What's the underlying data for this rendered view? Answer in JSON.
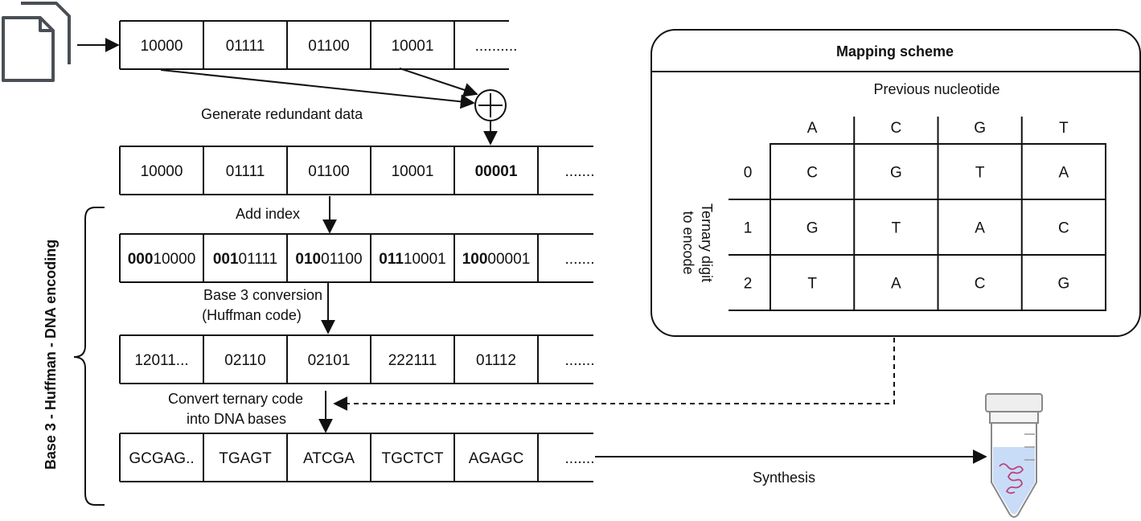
{
  "rows": [
    {
      "id": "row-input",
      "cells": [
        {
          "text": "10000"
        },
        {
          "text": "01111"
        },
        {
          "text": "01100"
        },
        {
          "text": "10001"
        },
        {
          "text": ".........."
        }
      ]
    },
    {
      "id": "row-redundant",
      "cells": [
        {
          "text": "10000"
        },
        {
          "text": "01111"
        },
        {
          "text": "01100"
        },
        {
          "text": "10001"
        },
        {
          "text": "00001",
          "bold": true
        },
        {
          "text": "......."
        }
      ]
    },
    {
      "id": "row-indexed",
      "cells": [
        {
          "bold_part": "000",
          "text": "10000"
        },
        {
          "bold_part": "001",
          "text": "01111"
        },
        {
          "bold_part": "010",
          "text": "01100"
        },
        {
          "bold_part": "011",
          "text": "10001"
        },
        {
          "bold_part": "100",
          "text": "00001"
        },
        {
          "text": "......."
        }
      ]
    },
    {
      "id": "row-ternary",
      "cells": [
        {
          "text": "12011..."
        },
        {
          "text": "02110"
        },
        {
          "text": "02101"
        },
        {
          "text": "222111"
        },
        {
          "text": "01112"
        },
        {
          "text": "......."
        }
      ]
    },
    {
      "id": "row-dna",
      "cells": [
        {
          "text": "GCGAG.."
        },
        {
          "text": "TGAGT"
        },
        {
          "text": "ATCGA"
        },
        {
          "text": "TGCTCT"
        },
        {
          "text": "AGAGC"
        },
        {
          "text": "......."
        }
      ]
    }
  ],
  "labels": {
    "generate_redundant": "Generate redundant data",
    "add_index": "Add index",
    "base3_conversion": [
      "Base 3 conversion",
      "(Huffman code)"
    ],
    "convert_ternary": [
      "Convert ternary code",
      "into DNA bases"
    ],
    "synthesis": "Synthesis",
    "vertical_group": "Base 3 - Huffman - DNA encoding"
  },
  "mapping": {
    "title": "Mapping scheme",
    "col_header": "Previous nucleotide",
    "row_header": [
      "Ternary digit",
      "to encode"
    ],
    "columns": [
      "A",
      "C",
      "G",
      "T"
    ],
    "rows": [
      {
        "digit": "0",
        "values": [
          "C",
          "G",
          "T",
          "A"
        ]
      },
      {
        "digit": "1",
        "values": [
          "G",
          "T",
          "A",
          "C"
        ]
      },
      {
        "digit": "2",
        "values": [
          "T",
          "A",
          "C",
          "G"
        ]
      }
    ]
  },
  "icons": [
    "documents-icon",
    "xor-icon",
    "test-tube-icon"
  ],
  "colors": {
    "line": "#111111",
    "tube_liquid": "#c9dcf7",
    "dna_strand": "#b5457a",
    "tube_outline": "#888888"
  }
}
